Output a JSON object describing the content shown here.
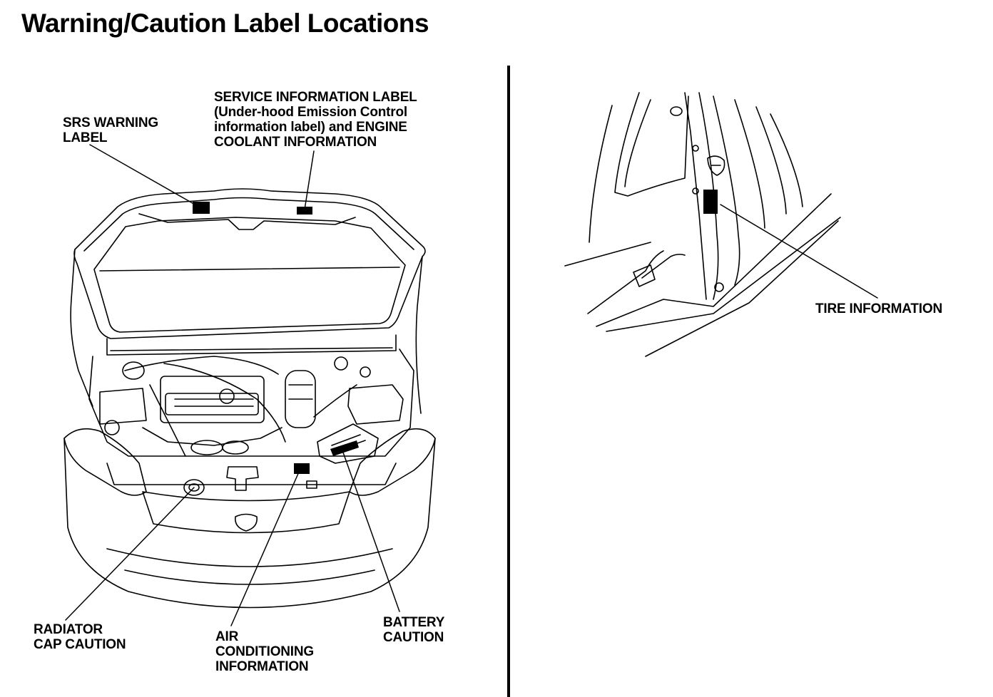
{
  "title": "Warning/Caution Label Locations",
  "labels": {
    "srs_warning": [
      "SRS WARNING",
      "LABEL"
    ],
    "service_info": [
      "SERVICE INFORMATION LABEL",
      "(Under-hood Emission Control",
      "information label) and ENGINE",
      "COOLANT INFORMATION"
    ],
    "radiator_cap": [
      "RADIATOR",
      "CAP CAUTION"
    ],
    "air_conditioning": [
      "AIR",
      "CONDITIONING",
      "INFORMATION"
    ],
    "battery": [
      "BATTERY",
      "CAUTION"
    ],
    "tire": [
      "TIRE INFORMATION"
    ]
  },
  "icons": {
    "engine_illustration": "car-front-open-hood-illustration",
    "door_illustration": "door-jamb-illustration"
  }
}
